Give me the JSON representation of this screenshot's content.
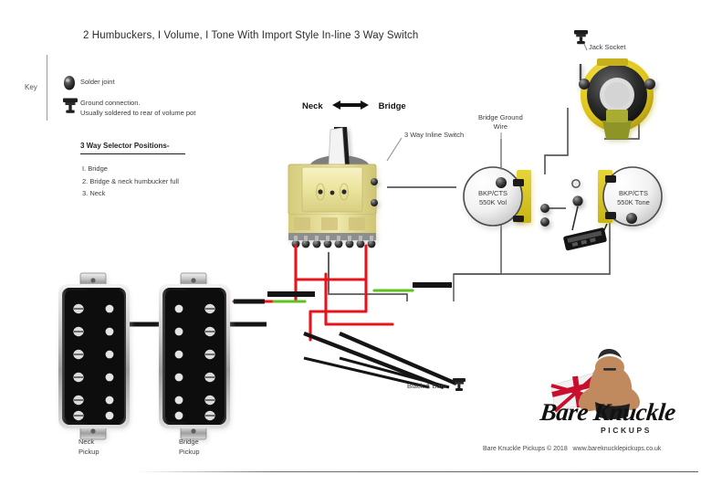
{
  "page": {
    "title": "2 Humbuckers, I Volume, I Tone With Import Style In-line 3 Way Switch",
    "background_color": "#ffffff"
  },
  "key": {
    "label": "Key",
    "items": [
      {
        "icon": "solder-joint-icon",
        "text": "Solder joint"
      },
      {
        "icon": "ground-connection-icon",
        "line1": "Ground connection.",
        "line2": "Usually soldered to rear of volume pot"
      }
    ]
  },
  "selector": {
    "heading": "3 Way Selector Positions-",
    "positions": [
      "I. Bridge",
      "2. Bridge & neck humbucker full",
      "3. Neck"
    ]
  },
  "labels": {
    "neck": "Neck",
    "bridge": "Bridge",
    "three_way_inline_switch": "3 Way Inline Switch",
    "bridge_ground_wire_line1": "Bridge Ground",
    "bridge_ground_wire_line2": "Wire",
    "jack_socket": "Jack Socket",
    "black_and_bare": "Black & Bare",
    "neck_pickup_line1": "Neck",
    "neck_pickup_line2": "Pickup",
    "bridge_pickup_line1": "Bridge",
    "bridge_pickup_line2": "Pickup"
  },
  "components": {
    "volume_pot": {
      "line1": "BKP/CTS",
      "line2": "550K Vol"
    },
    "tone_pot": {
      "line1": "BKP/CTS",
      "line2": "550K Tone"
    }
  },
  "logo": {
    "script": "Bare Knuckle",
    "subtitle": "PICKUPS"
  },
  "footer": {
    "text": "Bare Knuckle Pickups © 2018   www.bareknucklepickups.co.uk"
  },
  "colors": {
    "wire_red": "#e8141c",
    "wire_green": "#5dc21e",
    "wire_black": "#151515",
    "wire_grey": "#5a5a5a",
    "switch_body": "#efe9a8",
    "pot_lug_yellow": "#d9c820",
    "jack_yellow": "#e9d022",
    "text": "#3a3a3a"
  }
}
